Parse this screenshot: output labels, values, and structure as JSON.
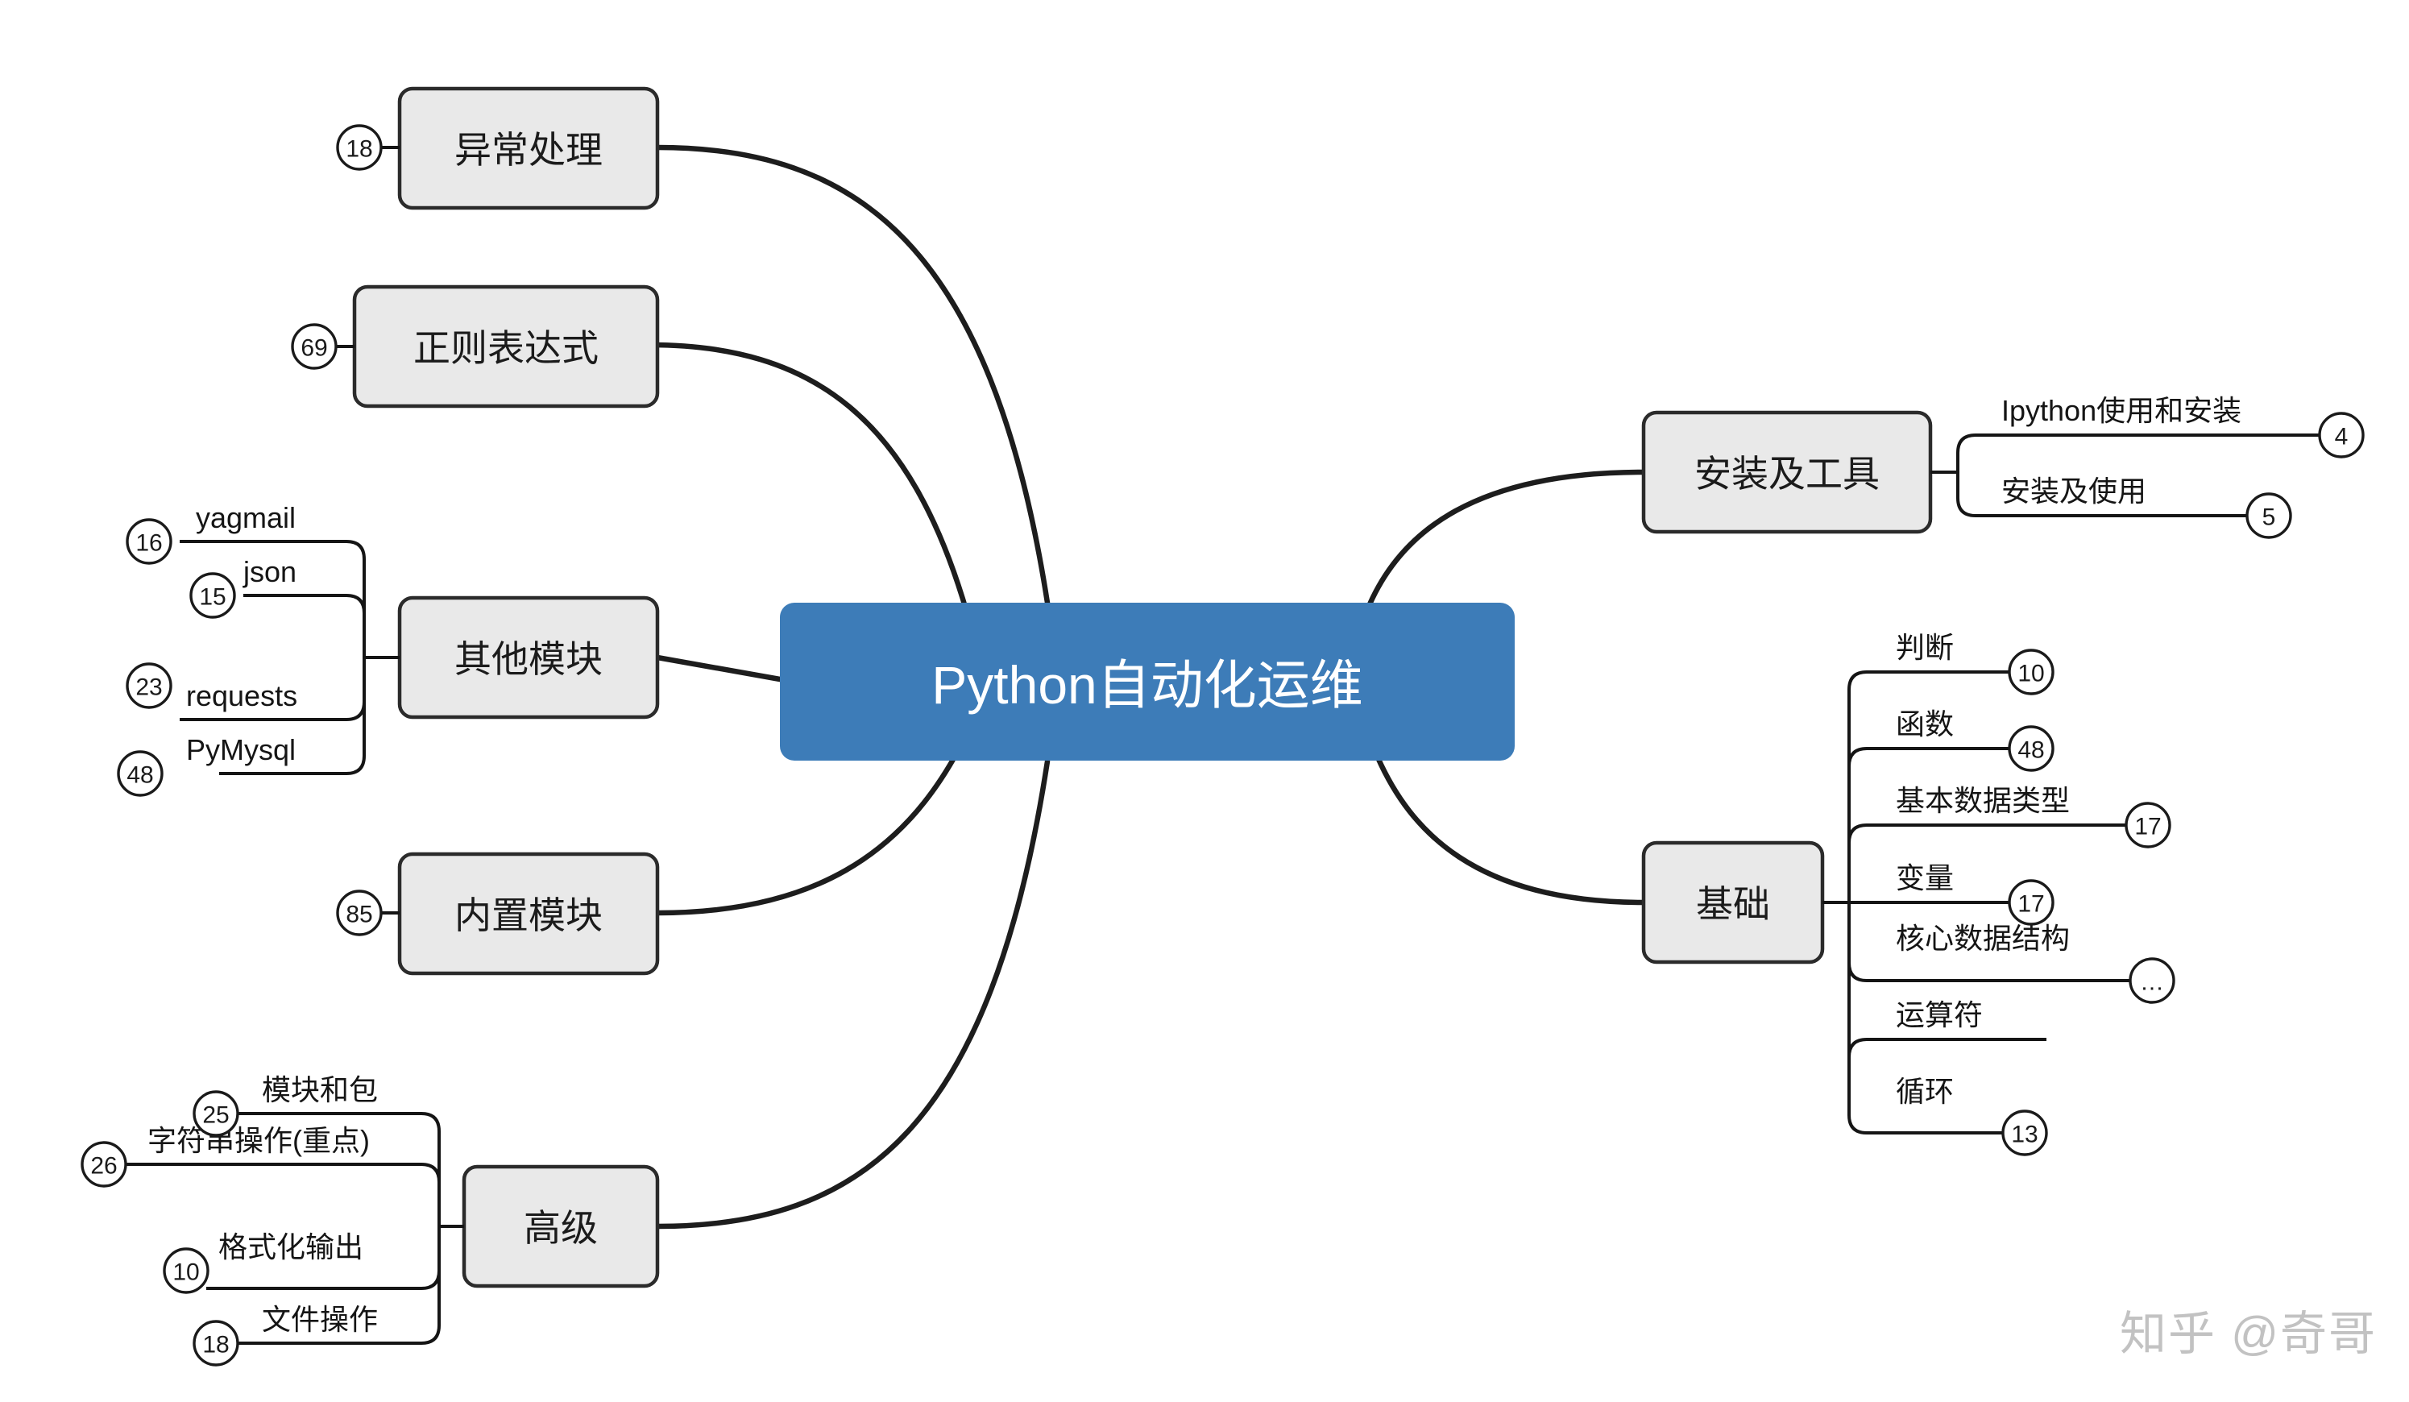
{
  "root": {
    "label": "Python自动化运维",
    "color": "#3d7cb8",
    "text_color": "#ffffff"
  },
  "theme": {
    "node_fill": "#e9e9e9",
    "node_stroke": "#2b2b2b",
    "link_color": "#1d1d1d",
    "badge_fill": "#ffffff",
    "background": "#ffffff"
  },
  "watermark": {
    "text": "知乎 @奇哥",
    "color": "#c2c2c2"
  },
  "branches": [
    {
      "id": "exception",
      "label": "异常处理",
      "side": "left",
      "badge": "18",
      "children": []
    },
    {
      "id": "regex",
      "label": "正则表达式",
      "side": "left",
      "badge": "69",
      "children": []
    },
    {
      "id": "other-modules",
      "label": "其他模块",
      "side": "left",
      "badge": null,
      "children": [
        {
          "label": "yagmail",
          "badge": "16"
        },
        {
          "label": "json",
          "badge": "15"
        },
        {
          "label": "requests",
          "badge": "23"
        },
        {
          "label": "PyMysql",
          "badge": "48"
        }
      ]
    },
    {
      "id": "builtin-modules",
      "label": "内置模块",
      "side": "left",
      "badge": "85",
      "children": []
    },
    {
      "id": "advanced",
      "label": "高级",
      "side": "left",
      "badge": null,
      "children": [
        {
          "label": "模块和包",
          "badge": "25"
        },
        {
          "label": "字符串操作(重点)",
          "badge": "26"
        },
        {
          "label": "格式化输出",
          "badge": "10"
        },
        {
          "label": "文件操作",
          "badge": "18"
        }
      ]
    },
    {
      "id": "install-tools",
      "label": "安装及工具",
      "side": "right",
      "badge": null,
      "children": [
        {
          "label": "Ipython使用和安装",
          "badge": "4"
        },
        {
          "label": "安装及使用",
          "badge": "5"
        }
      ]
    },
    {
      "id": "basics",
      "label": "基础",
      "side": "right",
      "badge": null,
      "children": [
        {
          "label": "判断",
          "badge": "10"
        },
        {
          "label": "函数",
          "badge": "48"
        },
        {
          "label": "基本数据类型",
          "badge": "17"
        },
        {
          "label": "变量",
          "badge": "17"
        },
        {
          "label": "核心数据结构",
          "badge": "…"
        },
        {
          "label": "运算符",
          "badge": null
        },
        {
          "label": "循环",
          "badge": "13"
        }
      ]
    }
  ]
}
